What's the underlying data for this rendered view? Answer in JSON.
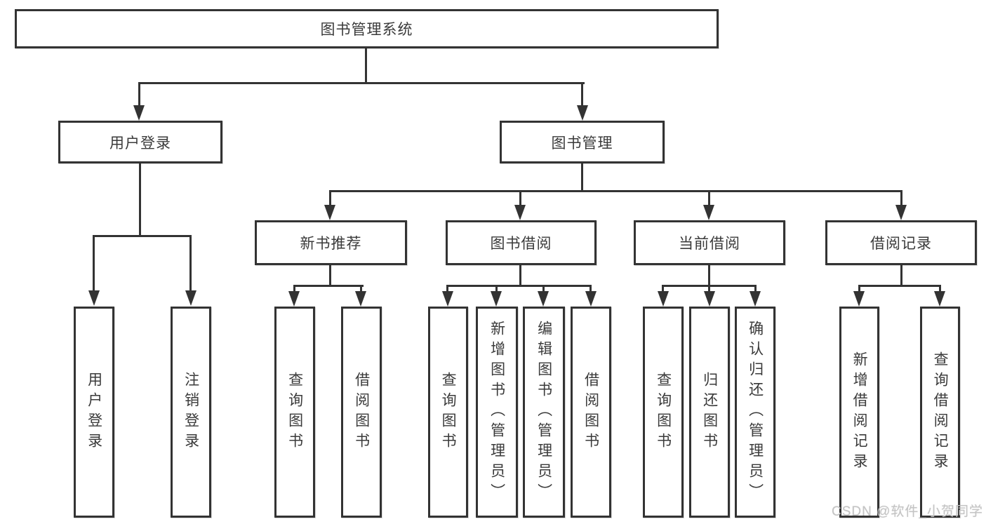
{
  "diagram_type": "hierarchy-tree",
  "colors": {
    "line": "#333333",
    "box_border": "#333333",
    "box_fill": "#ffffff",
    "text": "#3a3a3a",
    "watermark": "#c4c4c4",
    "background": "#ffffff"
  },
  "tree": {
    "label": "图书管理系统",
    "children": [
      {
        "label": "用户登录",
        "children": [
          {
            "label": "用户登录"
          },
          {
            "label": "注销登录"
          }
        ]
      },
      {
        "label": "图书管理",
        "children": [
          {
            "label": "新书推荐",
            "children": [
              {
                "label": "查询图书"
              },
              {
                "label": "借阅图书"
              }
            ]
          },
          {
            "label": "图书借阅",
            "children": [
              {
                "label": "查询图书"
              },
              {
                "label": "新增图书（管理员）"
              },
              {
                "label": "编辑图书（管理员）"
              },
              {
                "label": "借阅图书"
              }
            ]
          },
          {
            "label": "当前借阅",
            "children": [
              {
                "label": "查询图书"
              },
              {
                "label": "归还图书"
              },
              {
                "label": "确认归还（管理员）"
              }
            ]
          },
          {
            "label": "借阅记录",
            "children": [
              {
                "label": "新增借阅记录"
              },
              {
                "label": "查询借阅记录"
              }
            ]
          }
        ]
      }
    ]
  },
  "watermark": {
    "text": "CSDN @软件_小贺同学"
  }
}
